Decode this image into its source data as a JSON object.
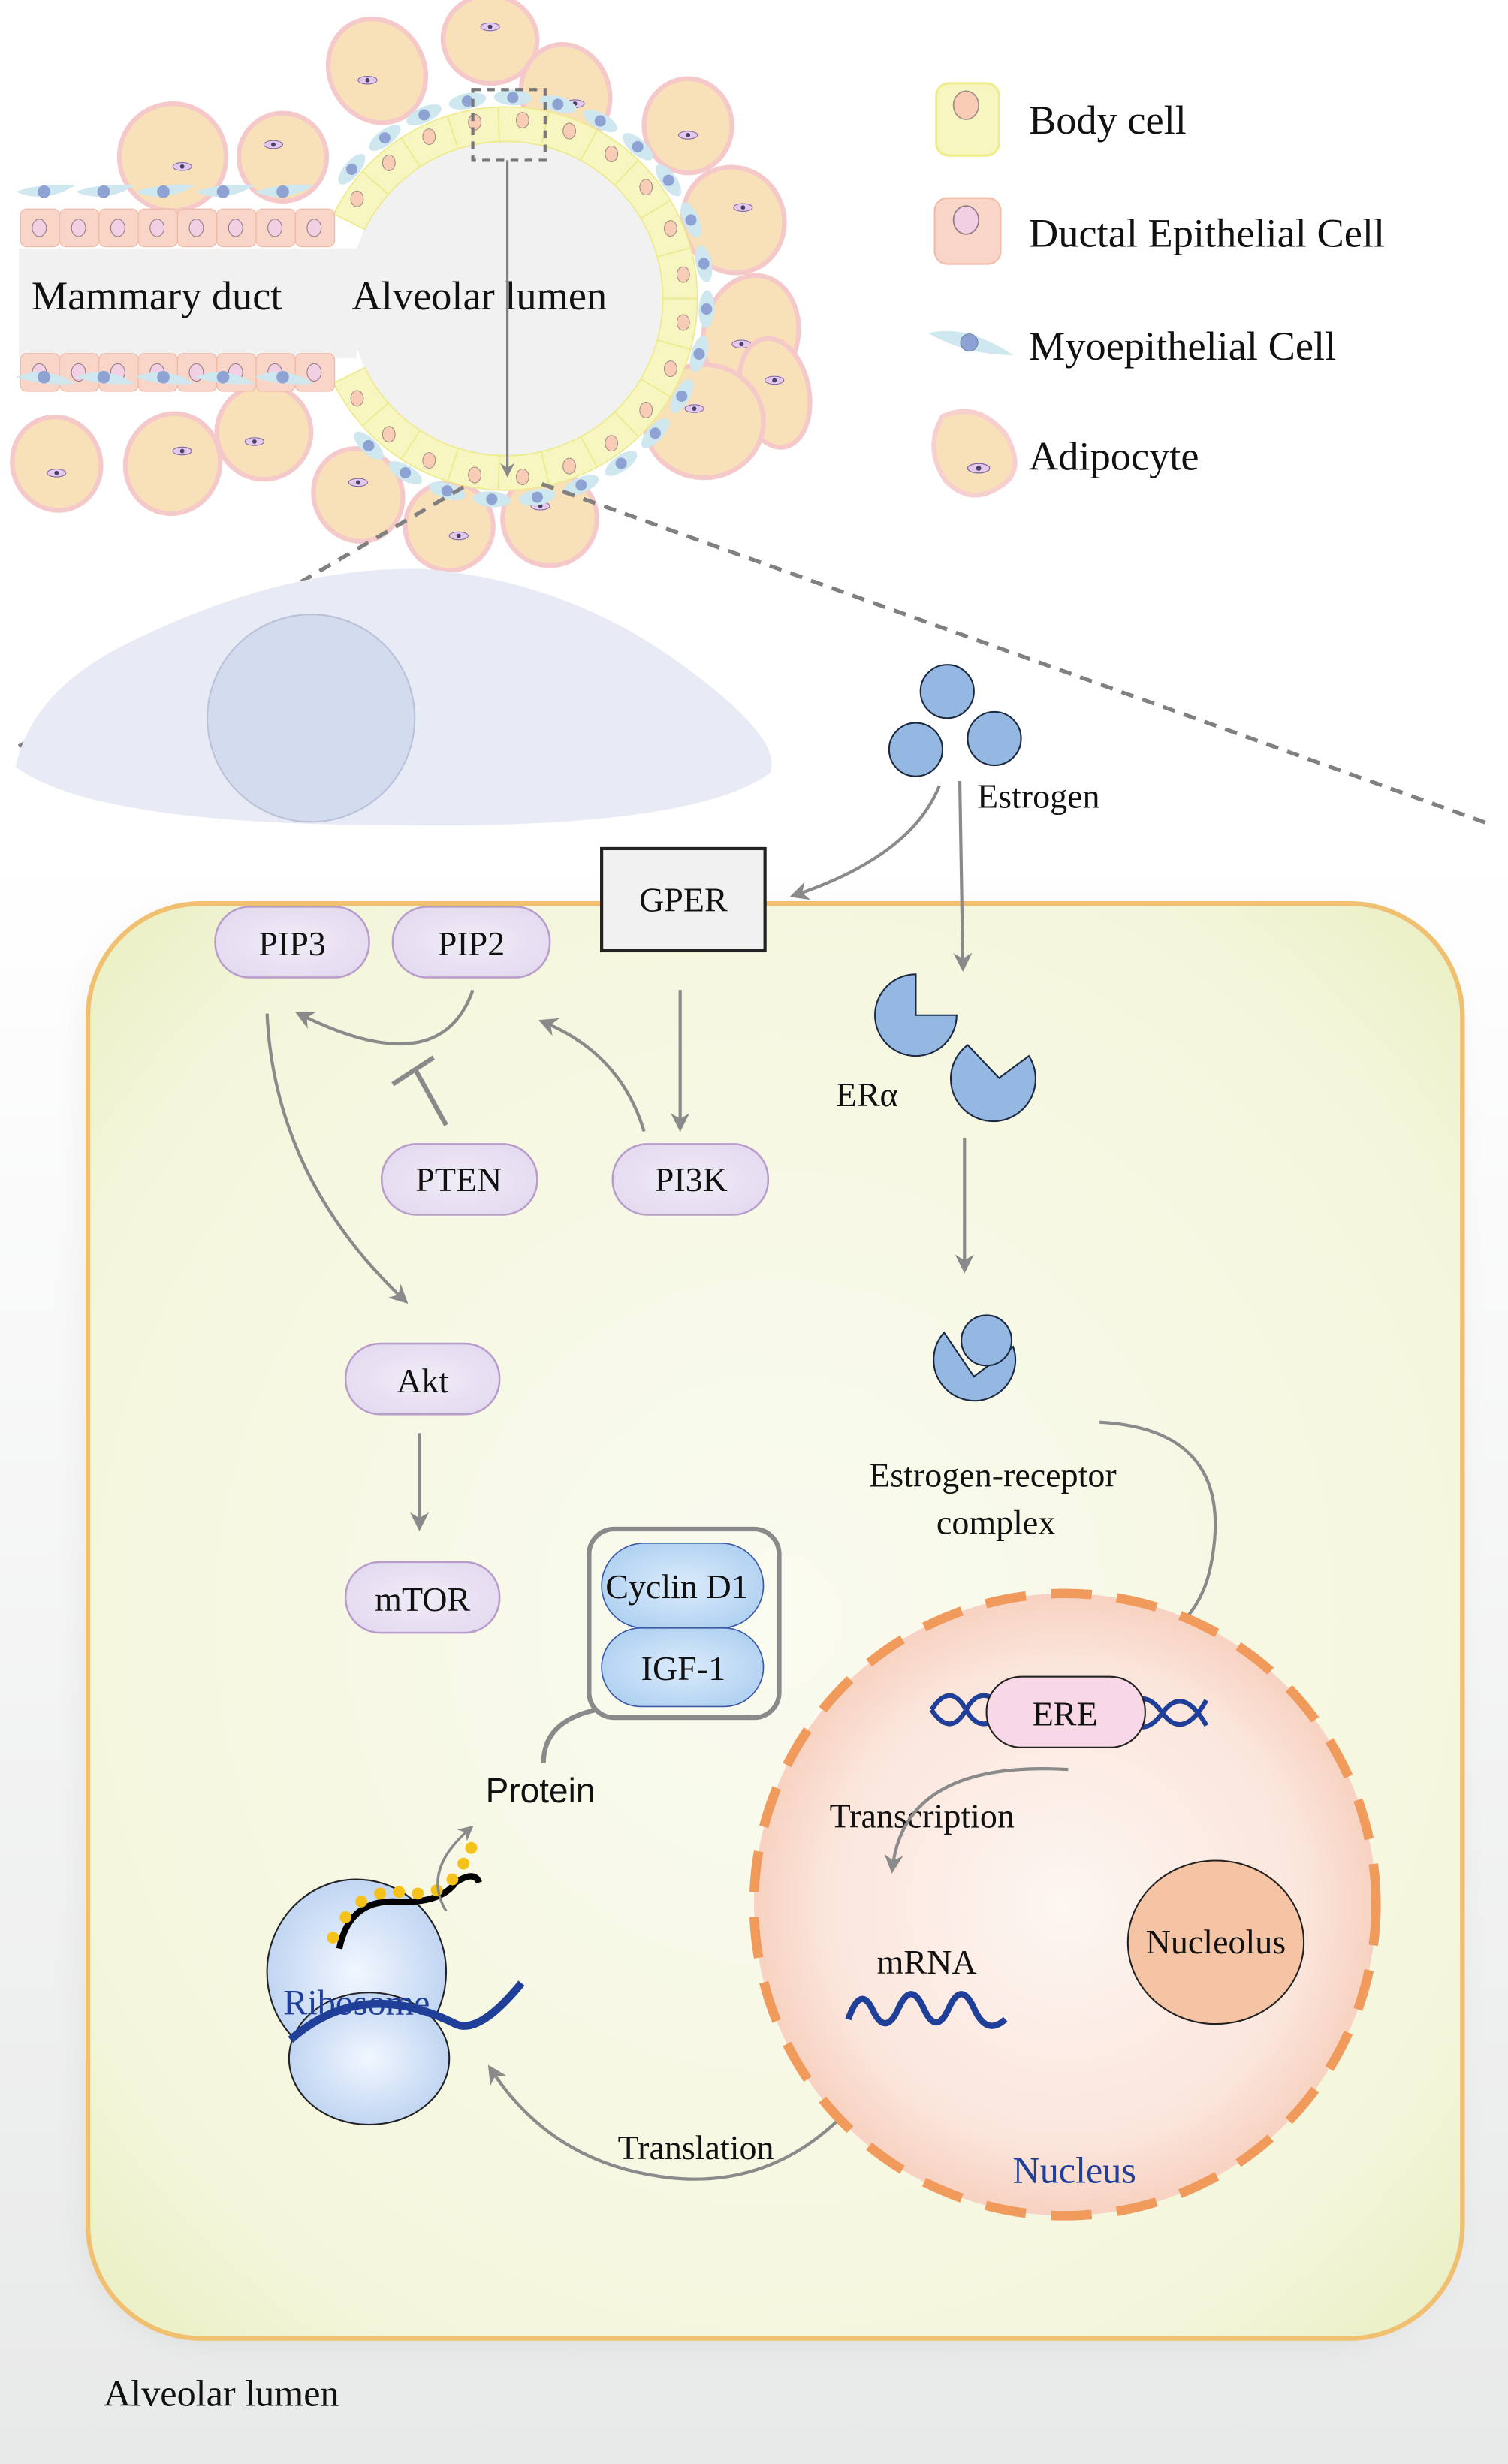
{
  "top_panel": {
    "mammary_duct_label": "Mammary duct",
    "alveolar_lumen_label": "Alveolar lumen"
  },
  "legend": {
    "items": [
      {
        "label": "Body cell",
        "icon": "body-cell-icon"
      },
      {
        "label": "Ductal Epithelial Cell",
        "icon": "ductal-epithelial-cell-icon"
      },
      {
        "label": "Myoepithelial Cell",
        "icon": "myoepithelial-cell-icon"
      },
      {
        "label": "Adipocyte",
        "icon": "adipocyte-icon"
      }
    ]
  },
  "pathway": {
    "estrogen": "Estrogen",
    "gper": "GPER",
    "pip3": "PIP3",
    "pip2": "PIP2",
    "pten": "PTEN",
    "pi3k": "PI3K",
    "akt": "Akt",
    "mtor": "mTOR",
    "er_alpha": "ERα",
    "complex_line1": "Estrogen-receptor",
    "complex_line2": "complex",
    "cyclin_d1": "Cyclin D1",
    "igf1": "IGF-1",
    "protein": "Protein",
    "ribosome": "Ribosome",
    "translation": "Translation",
    "ere": "ERE",
    "transcription": "Transcription",
    "mrna": "mRNA",
    "nucleolus": "Nucleolus",
    "nucleus": "Nucleus",
    "bottom_lumen_label": "Alveolar lumen"
  },
  "colors": {
    "adipocyte_fill": "#f8e0b8",
    "adipocyte_border": "#f5c9c9",
    "body_cell_fill": "#f7f6c0",
    "ductal_fill": "#f9d5c8",
    "myo_fill": "#cfe7ee",
    "myo_nucleus": "#8ea3d3",
    "cell_fill": "#f4f6dc",
    "cell_border": "#f0c070",
    "pill_fill": "#e7e0f0",
    "pill_border": "#b89ccb",
    "estrogen_blue": "#94b8e1",
    "nucleus_fill": "#f8d4c6",
    "nucleus_border": "#f09a5c",
    "nucleolus_fill": "#f5c4a4",
    "dna_blue": "#1f3f99",
    "arrow_gray": "#8a8a8a",
    "ribosome_fill": "#c7dcf4",
    "peptide_yellow": "#f5c21b",
    "nucleus_label_blue": "#1f3f99"
  }
}
